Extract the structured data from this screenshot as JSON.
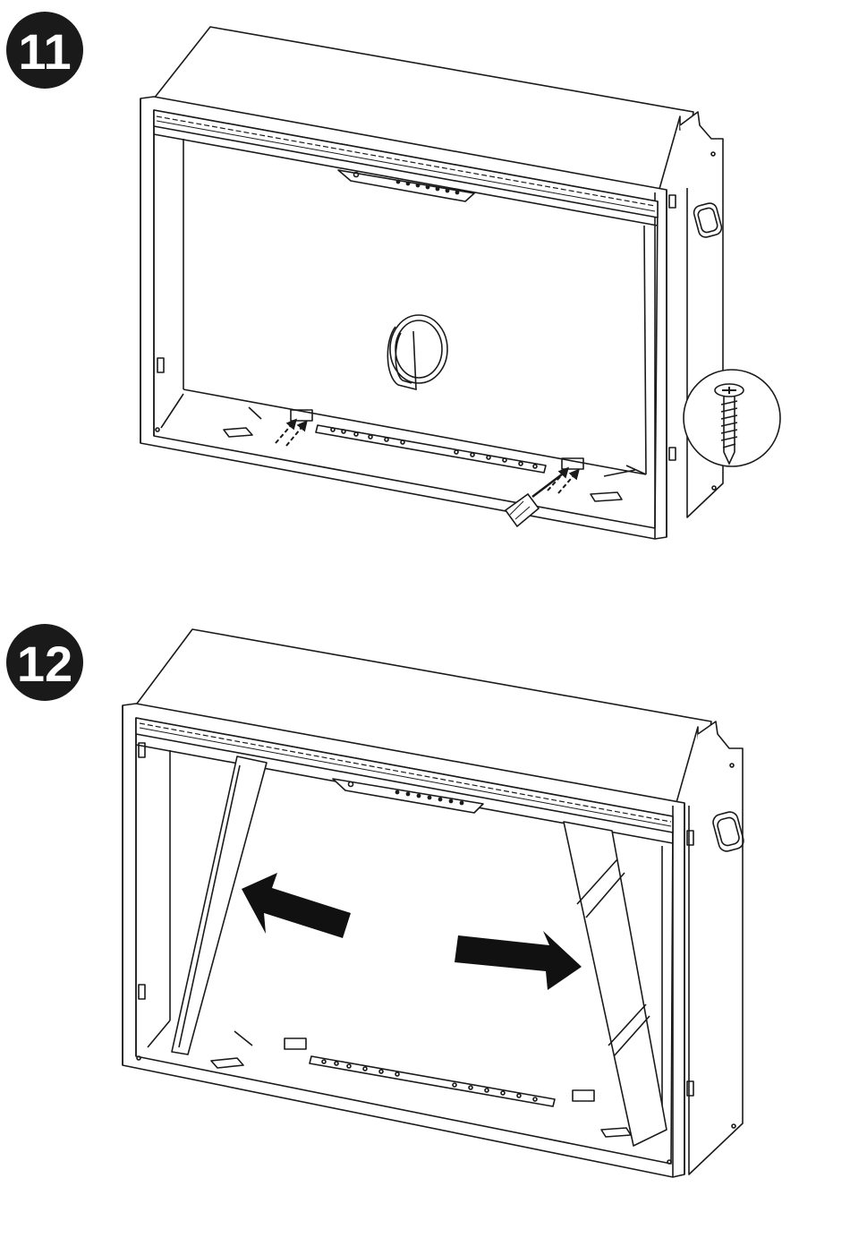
{
  "steps": [
    {
      "number": "11"
    },
    {
      "number": "12"
    }
  ],
  "colors": {
    "ink": "#1a1a1a",
    "badge": "#1a1a1a",
    "background": "#ffffff",
    "arrow": "#111111"
  },
  "icons": {
    "step11": [
      "fireplace-insert-diagram",
      "screw-detail-icon",
      "screwdriver-icon",
      "dashed-arrow-icon",
      "power-cord-icon"
    ],
    "step12": [
      "fireplace-insert-diagram",
      "side-panel-left",
      "side-panel-right",
      "arrow-left-icon",
      "arrow-right-icon"
    ]
  }
}
